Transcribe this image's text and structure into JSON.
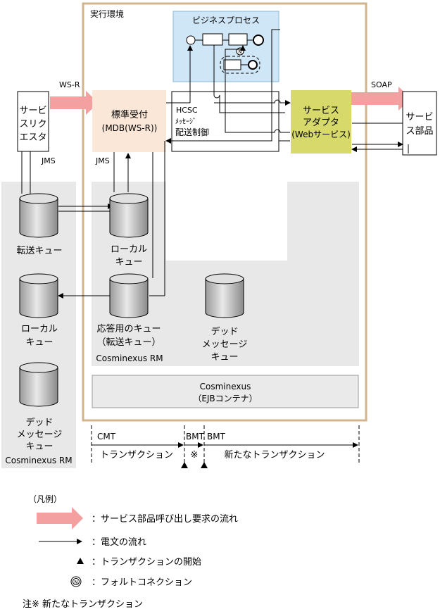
{
  "environment_label": "実行環境",
  "business_process_label": "ビジネスプロセス",
  "service_requester": [
    "サービ",
    "スリク",
    "エスタ"
  ],
  "ws_r": "WS-R",
  "soap": "SOAP",
  "standard_reception": [
    "標準受付",
    "(MDB(WS-R))"
  ],
  "hcsc": [
    "HCSC",
    "ﾒｯｾｰｼﾞ",
    "配送制御"
  ],
  "service_adapter": [
    "サービス",
    "アダプタ",
    "(Webサービス)"
  ],
  "service_component": [
    "サービ",
    "ス部品"
  ],
  "jms_left": "JMS",
  "jms_mid": "JMS",
  "transfer_queue": "転送キュー",
  "local_queue_right": [
    "ローカル",
    "キュー"
  ],
  "local_queue_left": [
    "ローカル",
    "キュー"
  ],
  "response_queue": [
    "応答用のキュー",
    "（転送キュー）"
  ],
  "cosminexus_rm_inner": "Cosminexus RM",
  "dead_letter_inner": [
    "デッド",
    "メッセージ",
    "キュー"
  ],
  "dead_letter_left": [
    "デッド",
    "メッセージ",
    "キュー"
  ],
  "cosminexus_rm_left": "Cosminexus RM",
  "ejb_container": [
    "Cosminexus",
    "（EJBコンテナ）"
  ],
  "cmt": "CMT",
  "bmt1": "BMT",
  "bmt2": "BMT",
  "tx1": "トランザクション",
  "note_mark": "※",
  "tx2": "新たなトランザクション",
  "legend": {
    "title": "（凡例）",
    "item1": "：サービス部品呼び出し要求の流れ",
    "item2": "：電文の流れ",
    "item3": "：トランザクションの開始",
    "item4": "：フォルトコネクション",
    "fault_symbol": "N"
  },
  "footnote": "注※ 新たなトランザクション",
  "colors": {
    "env_border": "#d2b48c",
    "bp_fill": "#cfe6f7",
    "bp_border": "#8ab8dc",
    "reception_fill": "#fbe7d7",
    "adapter_fill": "#d7d96a",
    "rm_fill": "#e8e8e8",
    "pink_arrow": "#f4a0a0"
  }
}
